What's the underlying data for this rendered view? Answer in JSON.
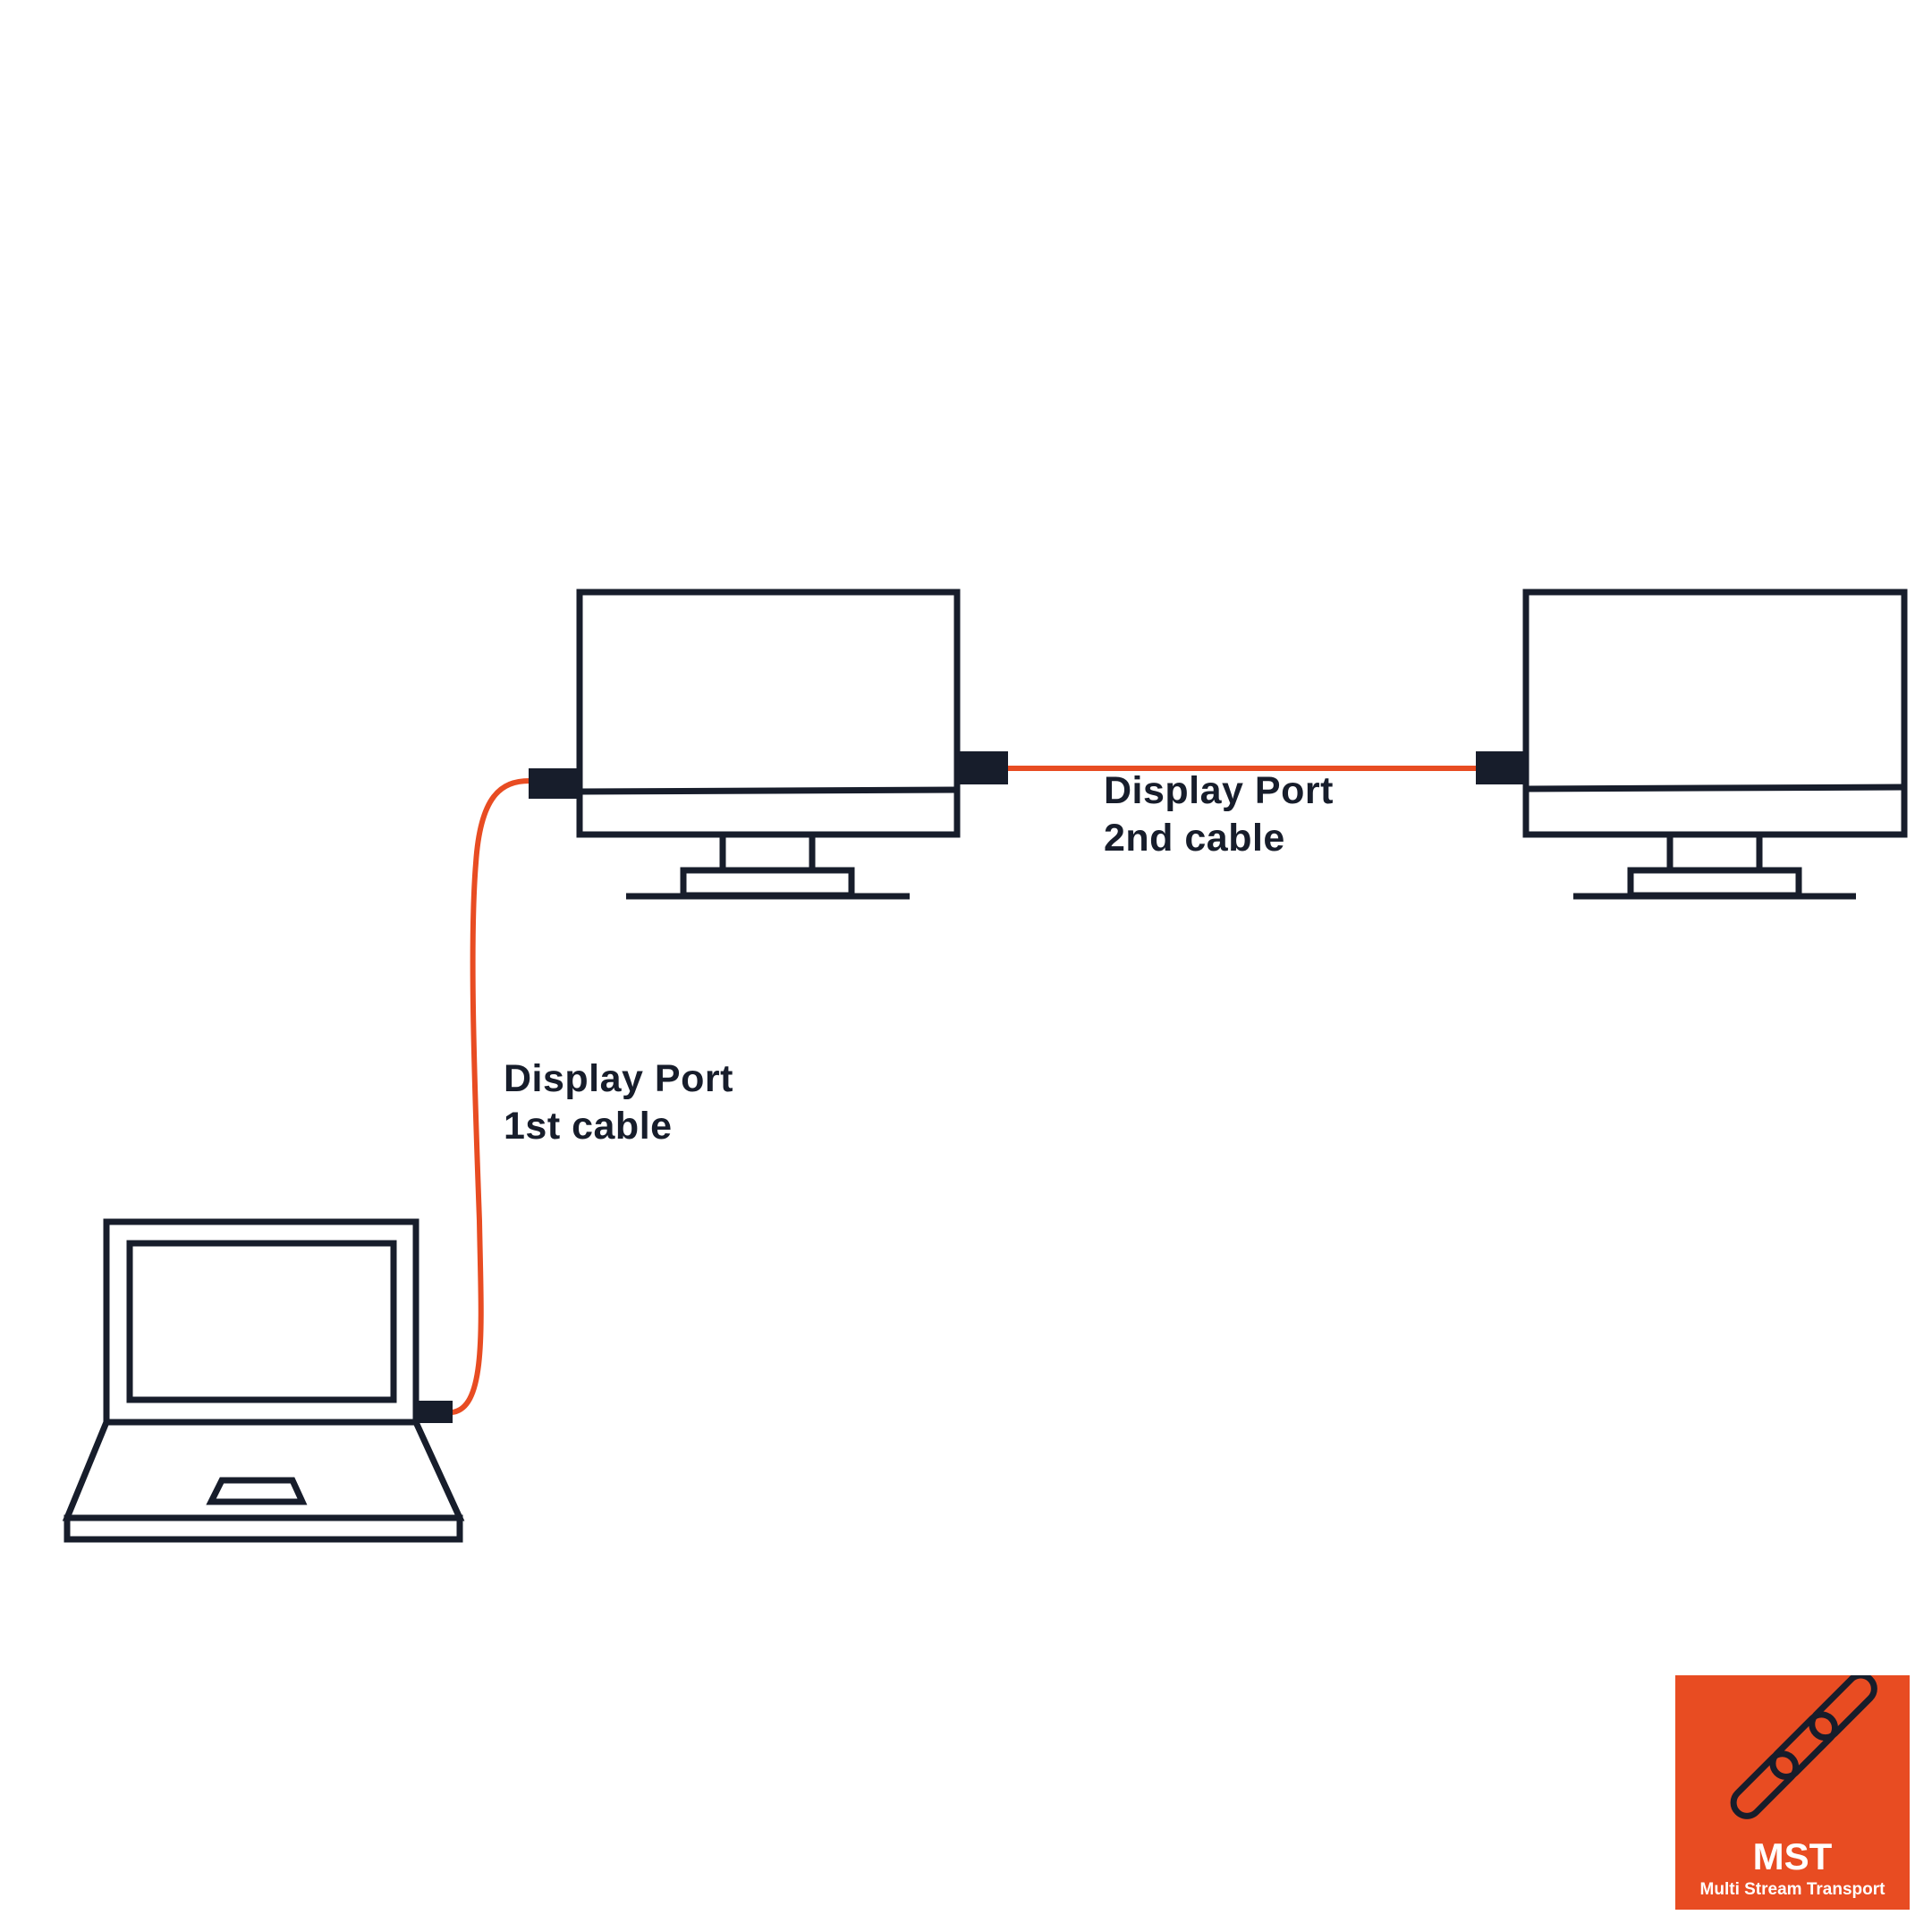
{
  "diagram": {
    "cable_1_label": [
      "Display Port",
      "1st cable"
    ],
    "cable_2_label": [
      "Display Port",
      "2nd cable"
    ]
  },
  "badge": {
    "acronym": "MST",
    "full_name": "Multi Stream Transport",
    "icon": "chain-link-icon",
    "background_color": "#e84c22"
  },
  "colors": {
    "outline": "#171d2b",
    "cable": "#e84c22",
    "background": "#ffffff"
  }
}
